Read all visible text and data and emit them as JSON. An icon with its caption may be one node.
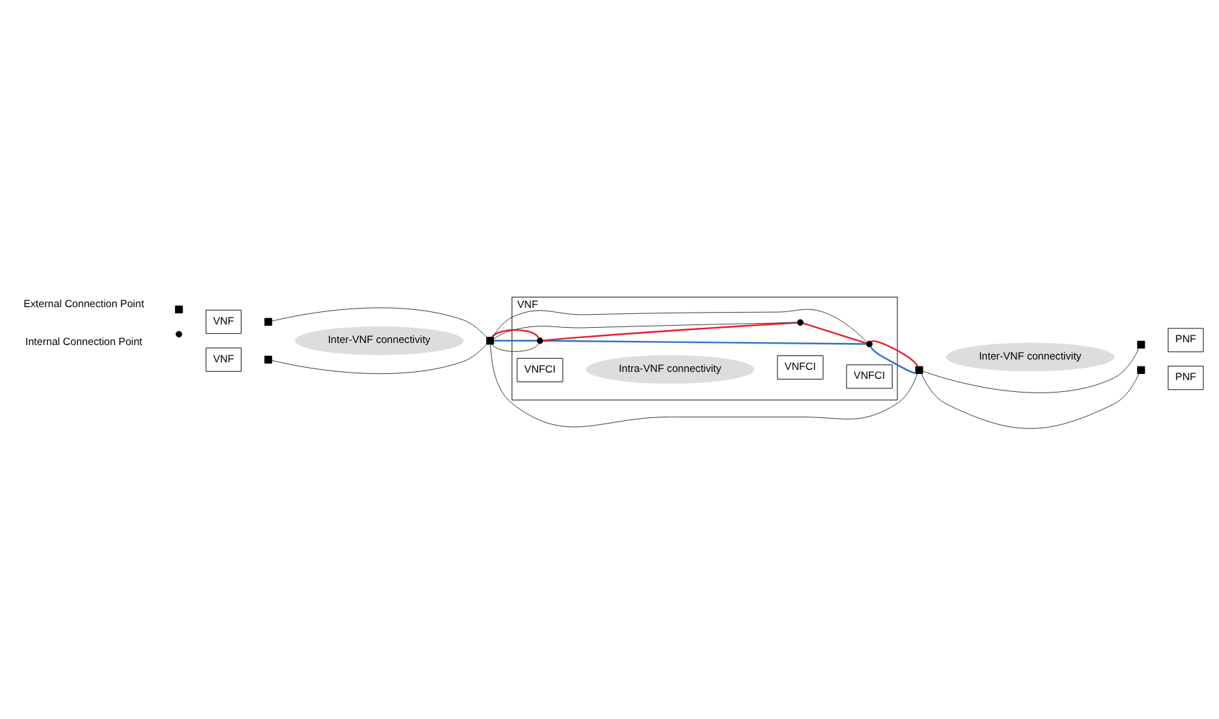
{
  "diagram": {
    "nodes": [
      {
        "text": [
          "VNF"
        ]
      },
      {
        "text": [
          "VNF"
        ]
      },
      {
        "text": [
          "VNF"
        ]
      },
      {
        "text": [
          "Inter-VNF connectivity"
        ]
      },
      {
        "text": [
          "VNFCI"
        ],
        "in": 0
      },
      {
        "text": [
          "VNFCI"
        ],
        "in": 0
      },
      {
        "text": [
          "Intra-VNF connectivity"
        ],
        "in": 0
      },
      {
        "text": [
          "VNFCI"
        ],
        "in": 0
      },
      {
        "text": [
          "PNF"
        ]
      },
      {
        "text": [
          "PNF"
        ]
      },
      {
        "text": [
          "Inter-VNF connectivity"
        ]
      },
      {
        "text": [],
        "shape": "box"
      },
      {
        "text": [],
        "shape": "box"
      },
      {
        "text": [],
        "shape": "box"
      },
      {
        "text": [],
        "shape": "box"
      },
      {
        "text": [],
        "shape": "box"
      },
      {
        "text": [],
        "shape": "box"
      },
      {
        "text": [],
        "shape": "circle",
        "in": 0
      },
      {
        "text": [],
        "shape": "circle",
        "in": 0
      },
      {
        "text": [],
        "shape": "circle",
        "in": 0
      }
    ],
    "edges": [
      {
        "from": 11,
        "to": 13,
        "arrow": "none"
      },
      {
        "from": 12,
        "to": 13,
        "arrow": "none"
      },
      {
        "from": 13,
        "to": 17,
        "arrow": "none"
      },
      {
        "from": 13,
        "to": 18,
        "arrow": "none"
      },
      {
        "from": 13,
        "to": 19,
        "arrow": "none"
      },
      {
        "from": 13,
        "to": 14,
        "arrow": "none"
      },
      {
        "from": 15,
        "to": 14,
        "arrow": "none"
      },
      {
        "from": 16,
        "to": 14,
        "arrow": "none"
      },
      {
        "from": 13,
        "to": 17,
        "arrow": "none",
        "color": "#2e75c8"
      },
      {
        "from": 17,
        "to": 18,
        "arrow": "none",
        "color": "#2e75c8"
      },
      {
        "from": 18,
        "to": 14,
        "arrow": "none",
        "color": "#2e75c8"
      },
      {
        "from": 13,
        "to": 17,
        "arrow": "none",
        "color": "#e8202a"
      },
      {
        "from": 17,
        "to": 19,
        "arrow": "none",
        "color": "#e8202a"
      },
      {
        "from": 19,
        "to": 18,
        "arrow": "none",
        "color": "#e8202a"
      },
      {
        "from": 18,
        "to": 14,
        "arrow": "none",
        "color": "#e8202a"
      }
    ],
    "legend": [
      {
        "text": "External Connection Point"
      },
      {
        "text": "Internal Connection Point"
      }
    ]
  }
}
